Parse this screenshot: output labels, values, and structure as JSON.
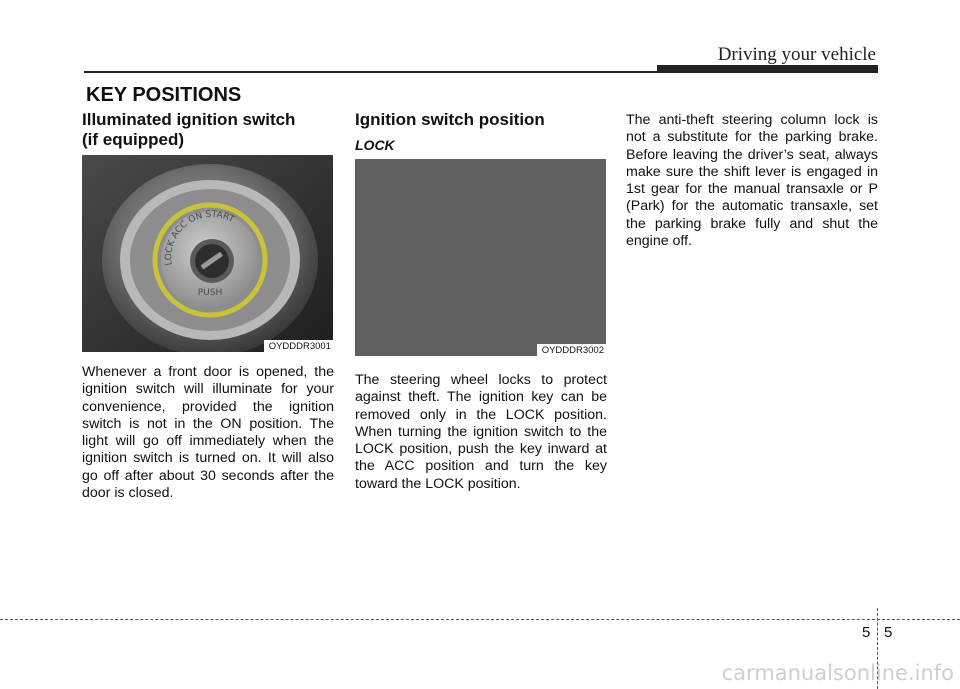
{
  "header": {
    "section": "Driving your vehicle"
  },
  "page_title": "KEY POSITIONS",
  "col1": {
    "heading_line1": "Illuminated ignition switch",
    "heading_line2": "(if equipped)",
    "figure_code": "OYDDDR3001",
    "ignition_ring_text": "LOCK ACC ON START",
    "ignition_push_text": "PUSH",
    "body": "Whenever a front door is opened, the ignition switch will illuminate for your convenience, provided the ignition switch is not in the ON position. The light will go off immediately when the ignition switch is turned on. It will also go off after about 30 seconds after the door is closed."
  },
  "col2": {
    "heading": "Ignition switch position",
    "subheading": "LOCK",
    "figure_code": "OYDDDR3002",
    "body": "The steering wheel locks to protect against theft. The ignition key can be removed only in the LOCK position. When turning the ignition switch to the LOCK position, push the key inward at the ACC position and turn the key toward the LOCK position."
  },
  "col3": {
    "body": "The anti-theft steering column lock is not a substitute for the parking brake. Before leaving the driver’s seat, always make sure the shift lever is engaged in 1st gear for the manual transaxle or P (Park) for the automatic transaxle, set the parking brake fully and shut the engine off."
  },
  "footer": {
    "chapter": "5",
    "page": "5"
  },
  "watermark": "carmanualsonline.info"
}
